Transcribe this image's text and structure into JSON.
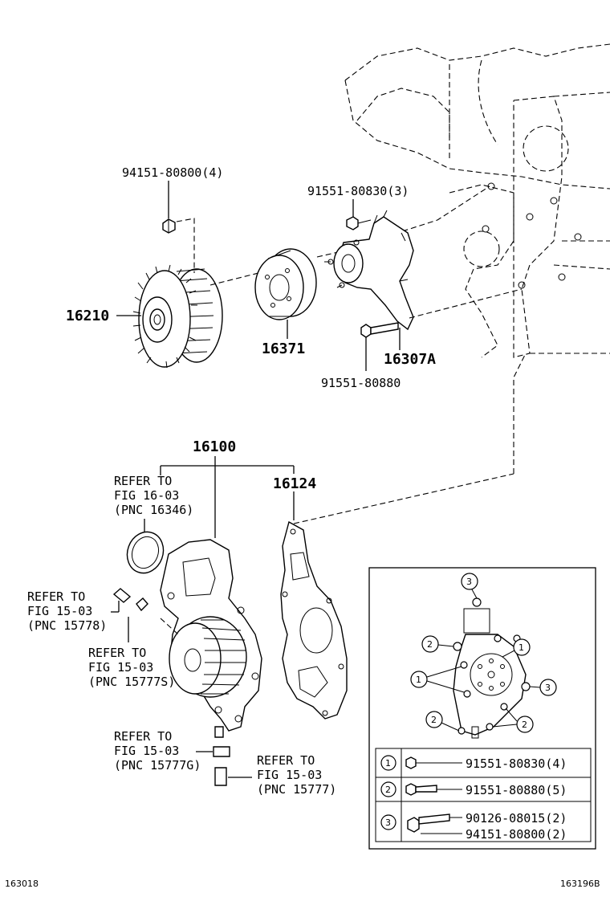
{
  "labels": {
    "bolt_94151_80800_4": "94151-80800(4)",
    "bolt_91551_80830_3": "91551-80830(3)",
    "fan_coupling": "16210",
    "pulley": "16371",
    "bracket": "16307A",
    "bolt_91551_80880": "91551-80880",
    "water_pump": "16100",
    "gasket": "16124"
  },
  "refs": {
    "ref1": {
      "line1": "REFER TO",
      "line2": "FIG 16-03",
      "line3": "(PNC 16346)"
    },
    "ref2": {
      "line1": "REFER TO",
      "line2": "FIG 15-03",
      "line3": "(PNC 15778)"
    },
    "ref3": {
      "line1": "REFER TO",
      "line2": "FIG 15-03",
      "line3": "(PNC 15777S)"
    },
    "ref4": {
      "line1": "REFER TO",
      "line2": "FIG 15-03",
      "line3": "(PNC 15777G)"
    },
    "ref5": {
      "line1": "REFER TO",
      "line2": "FIG 15-03",
      "line3": "(PNC 15777)"
    }
  },
  "inset": {
    "callouts": [
      "1",
      "2",
      "3"
    ],
    "legend": [
      {
        "num": "1",
        "part": "91551-80830(4)"
      },
      {
        "num": "2",
        "part": "91551-80880(5)"
      },
      {
        "num": "3",
        "part": "90126-08015(2)",
        "part2": "94151-80800(2)"
      }
    ]
  },
  "footer": {
    "left": "163018",
    "right": "163196B"
  }
}
